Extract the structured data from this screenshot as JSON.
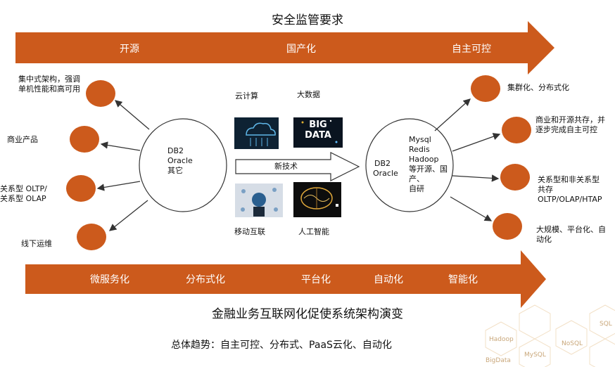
{
  "header": {
    "title": "安全监管要求"
  },
  "top_arrow": {
    "items": [
      "开源",
      "国产化",
      "自主可控"
    ]
  },
  "bottom_arrow": {
    "items": [
      "微服务化",
      "分布式化",
      "平台化",
      "自动化",
      "智能化"
    ]
  },
  "left_cluster": {
    "center_lines": [
      "DB2",
      "Oracle",
      "其它"
    ],
    "items": [
      {
        "label": "集中式架构，强调单机性能和高可用"
      },
      {
        "label": "商业产品"
      },
      {
        "label": "关系型 OLTP/关系型 OLAP"
      },
      {
        "label": "线下运维"
      }
    ]
  },
  "middle": {
    "tech_labels": [
      "云计算",
      "大数据",
      "移动互联",
      "人工智能"
    ],
    "big_data_text": [
      "BIG",
      "DATA"
    ],
    "arrow_label": "新技术"
  },
  "right_cluster": {
    "center_left_lines": [
      "DB2",
      "Oracle"
    ],
    "center_right_lines": [
      "Mysql",
      "Redis",
      "Hadoop",
      "等开源、国",
      "产、",
      "自研"
    ],
    "items": [
      {
        "label": "集群化、分布式化"
      },
      {
        "label": "商业和开源共存，并逐步完成自主可控"
      },
      {
        "label": "关系型和非关系型共存 OLTP/OLAP/HTAP"
      },
      {
        "label": "大规模、平台化、自动化"
      }
    ]
  },
  "footer": {
    "title": "金融业务互联网化促使系统架构演变",
    "subtitle": "总体趋势：自主可控、分布式、PaaS云化、自动化"
  },
  "watermark": {
    "words": [
      "Hadoop",
      "SQL",
      "MySQL",
      "BigData",
      "NoSQL"
    ]
  },
  "colors": {
    "orange": "#cc5a1c",
    "arrow_line": "#444444",
    "watermark": "#e8c89a"
  }
}
